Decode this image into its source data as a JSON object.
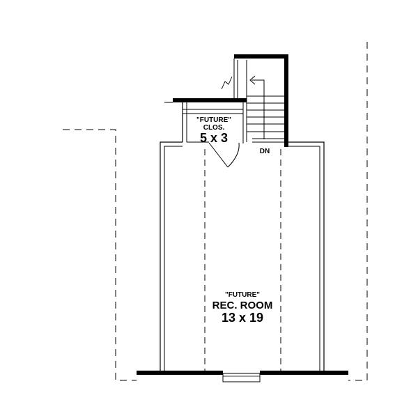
{
  "closet": {
    "tag": "\"FUTURE\"",
    "name": "CLOS.",
    "size": "5 x 3"
  },
  "rec_room": {
    "tag": "\"FUTURE\"",
    "name": "REC. ROOM",
    "size": "13 x 19"
  },
  "stair": {
    "direction_label": "DN"
  }
}
